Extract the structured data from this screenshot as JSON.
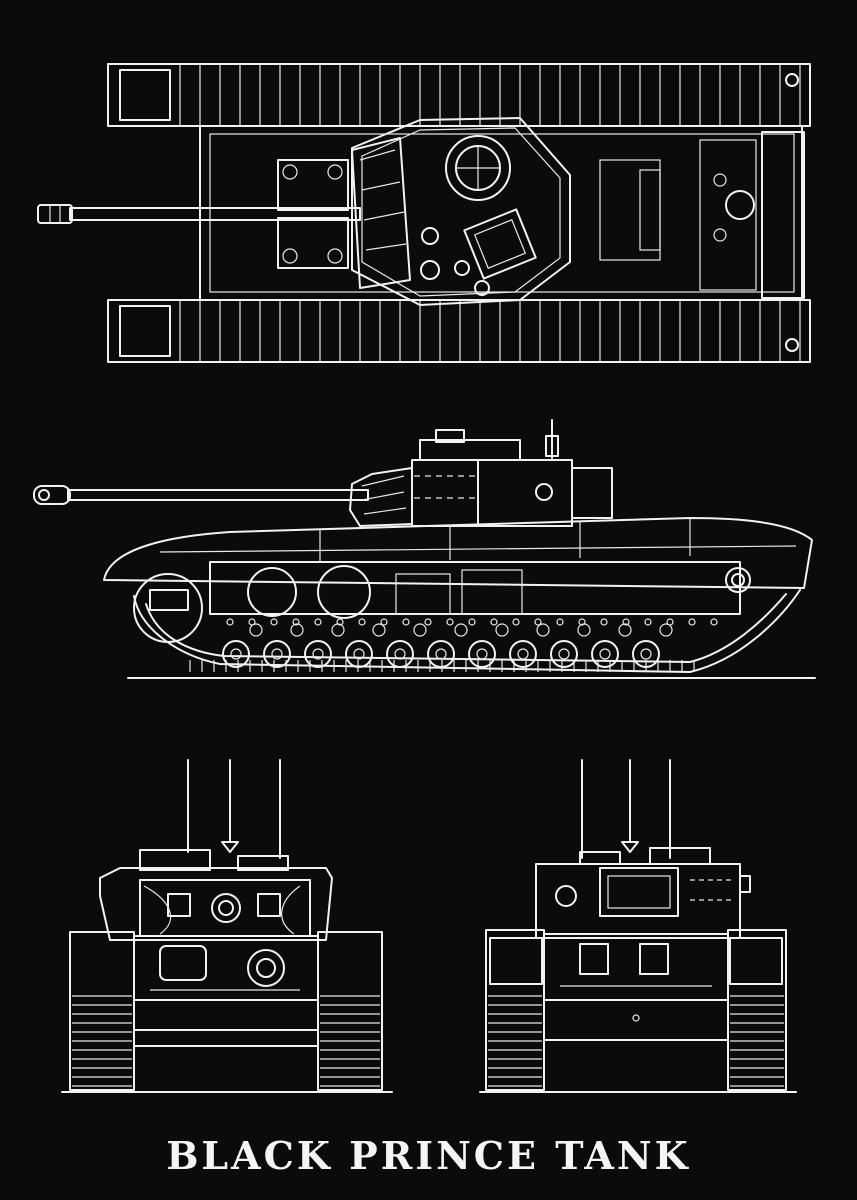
{
  "poster": {
    "title": "BLACK PRINCE TANK",
    "background_color": "#0b0b0b",
    "line_color": "#f2f2f2"
  },
  "views": [
    {
      "id": "top-view",
      "icon": "tank-top-view-icon"
    },
    {
      "id": "side-view",
      "icon": "tank-side-view-icon"
    },
    {
      "id": "front-view",
      "icon": "tank-front-view-icon"
    },
    {
      "id": "rear-view",
      "icon": "tank-rear-view-icon"
    }
  ]
}
